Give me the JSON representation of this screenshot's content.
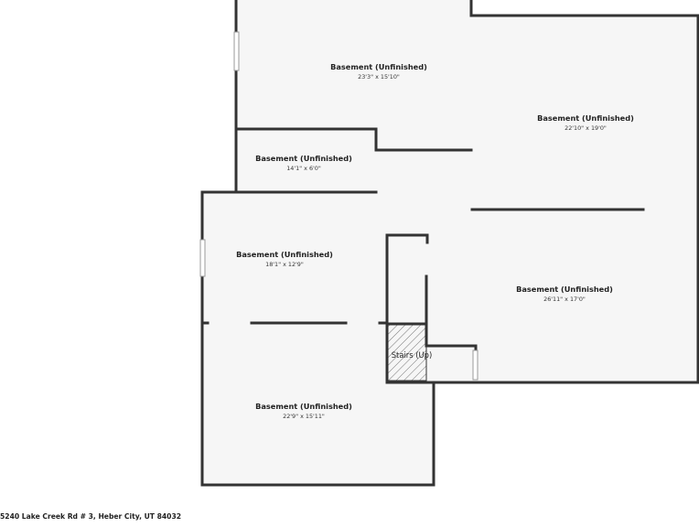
{
  "plan": {
    "colors": {
      "floor": "#f6f6f6",
      "wall": "#333333",
      "window": "#ffffff",
      "stairs_hatch": "#666666"
    },
    "rooms": [
      {
        "name": "Basement (Unfinished)",
        "dims": "23'3\" x 15'10\""
      },
      {
        "name": "Basement (Unfinished)",
        "dims": "22'10\" x 19'0\""
      },
      {
        "name": "Basement (Unfinished)",
        "dims": "14'1\" x 6'0\""
      },
      {
        "name": "Basement (Unfinished)",
        "dims": "18'1\" x 12'9\""
      },
      {
        "name": "Basement (Unfinished)",
        "dims": "26'11\" x 17'0\""
      },
      {
        "name": "Basement (Unfinished)",
        "dims": "22'9\" x 15'11\""
      }
    ],
    "stairs": {
      "label": "Stairs (Up)"
    }
  },
  "footer": {
    "address": "5240 Lake Creek Rd # 3, Heber City, UT 84032"
  }
}
